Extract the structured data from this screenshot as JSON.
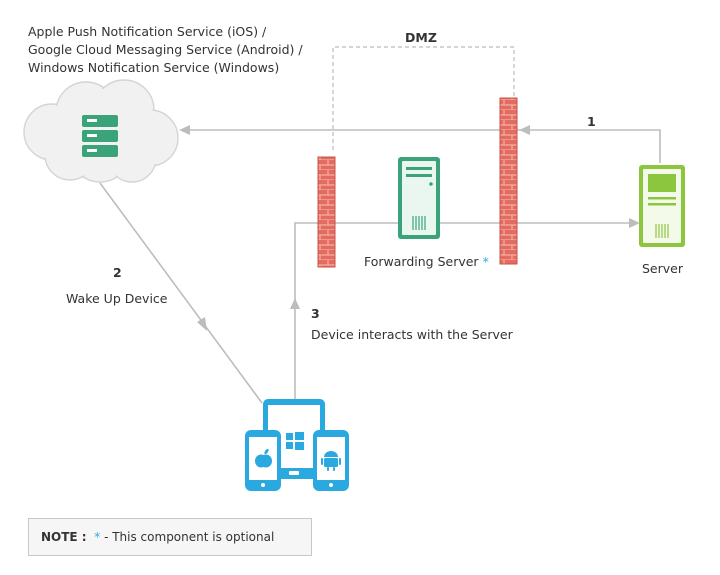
{
  "services": {
    "line1": "Apple Push Notification Service (iOS) /",
    "line2": "Google Cloud Messaging Service (Android) /",
    "line3": "Windows Notification Service (Windows)"
  },
  "dmz_label": "DMZ",
  "steps": {
    "step1_number": "1",
    "step2_number": "2",
    "step2_label": "Wake Up Device",
    "step3_number": "3",
    "step3_label": "Device interacts with the Server"
  },
  "forwarding_server": {
    "label": "Forwarding Server",
    "marker": "*"
  },
  "server": {
    "label": "Server"
  },
  "note": {
    "prefix": "NOTE :",
    "marker": "*",
    "text": "- This component is optional"
  },
  "colors": {
    "arrow": "#bdbdbd",
    "firewall": "#e36b5f",
    "forwarding_server": "#3aa37a",
    "server": "#8cc63f",
    "device": "#2aa8e0",
    "cloud": "#f1f1f1"
  }
}
